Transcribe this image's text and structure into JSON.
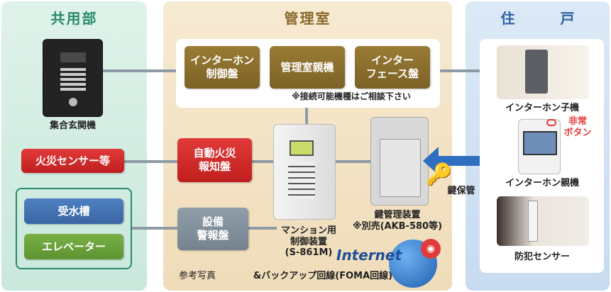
{
  "sections": {
    "common": "共用部",
    "management": "管理室",
    "dwelling": "住　戸"
  },
  "common": {
    "entrance_label": "集合玄関機",
    "fire_sensor": "火災センサー等",
    "water_tank": "受水槽",
    "elevator": "エレベーター"
  },
  "management": {
    "intercom_control": "インターホン\n制御盤",
    "mgmt_master": "管理室親機",
    "interface_panel": "インター\nフェース盤",
    "note": "※接続可能機種はご相談下さい",
    "fire_alarm": "自動火災\n報知盤",
    "equipment_alarm": "設備\n警報盤",
    "controller_label": "マンション用\n制御装置\n(S-861M)",
    "key_device_label": "鍵管理装置\n※別売(AKB-580等)",
    "key_storage": "鍵保管",
    "reference_photo": "参考写真",
    "backup_line": "&バックアップ回線(FOMA回線)",
    "internet": "Internet"
  },
  "dwelling": {
    "intercom_child": "インターホン子機",
    "emergency_button": "非常\nボタン",
    "intercom_parent": "インターホン親機",
    "security_sensor": "防犯センサー"
  }
}
